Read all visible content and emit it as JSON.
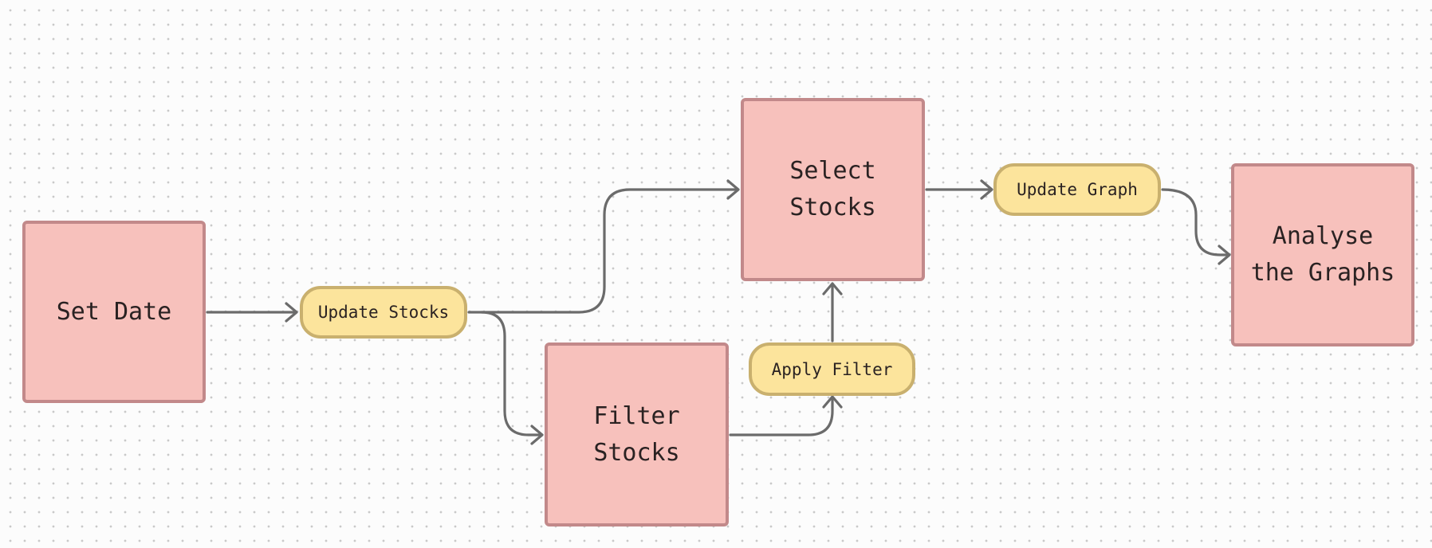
{
  "colors": {
    "background": "#fcfcfc",
    "grid_dot": "#c9c9c9",
    "process_fill": "#f7c1bc",
    "process_border": "#c2898a",
    "action_fill": "#fce49c",
    "action_border": "#c9b06e",
    "connector": "#6b6b6b",
    "text": "#2a2222"
  },
  "nodes": {
    "set_date": {
      "label": "Set Date"
    },
    "update_stocks": {
      "label": "Update Stocks"
    },
    "select_stocks": {
      "label": "Select Stocks"
    },
    "filter_stocks": {
      "label": "Filter Stocks"
    },
    "apply_filter": {
      "label": "Apply Filter"
    },
    "update_graph": {
      "label": "Update Graph"
    },
    "analyse_graphs": {
      "label": "Analyse the Graphs"
    }
  },
  "edges": [
    {
      "from": "Set Date",
      "to": "Update Stocks"
    },
    {
      "from": "Update Stocks",
      "to": "Select Stocks"
    },
    {
      "from": "Update Stocks",
      "to": "Filter Stocks"
    },
    {
      "from": "Filter Stocks",
      "to": "Apply Filter"
    },
    {
      "from": "Apply Filter",
      "to": "Select Stocks"
    },
    {
      "from": "Select Stocks",
      "to": "Update Graph"
    },
    {
      "from": "Update Graph",
      "to": "Analyse the Graphs"
    }
  ]
}
